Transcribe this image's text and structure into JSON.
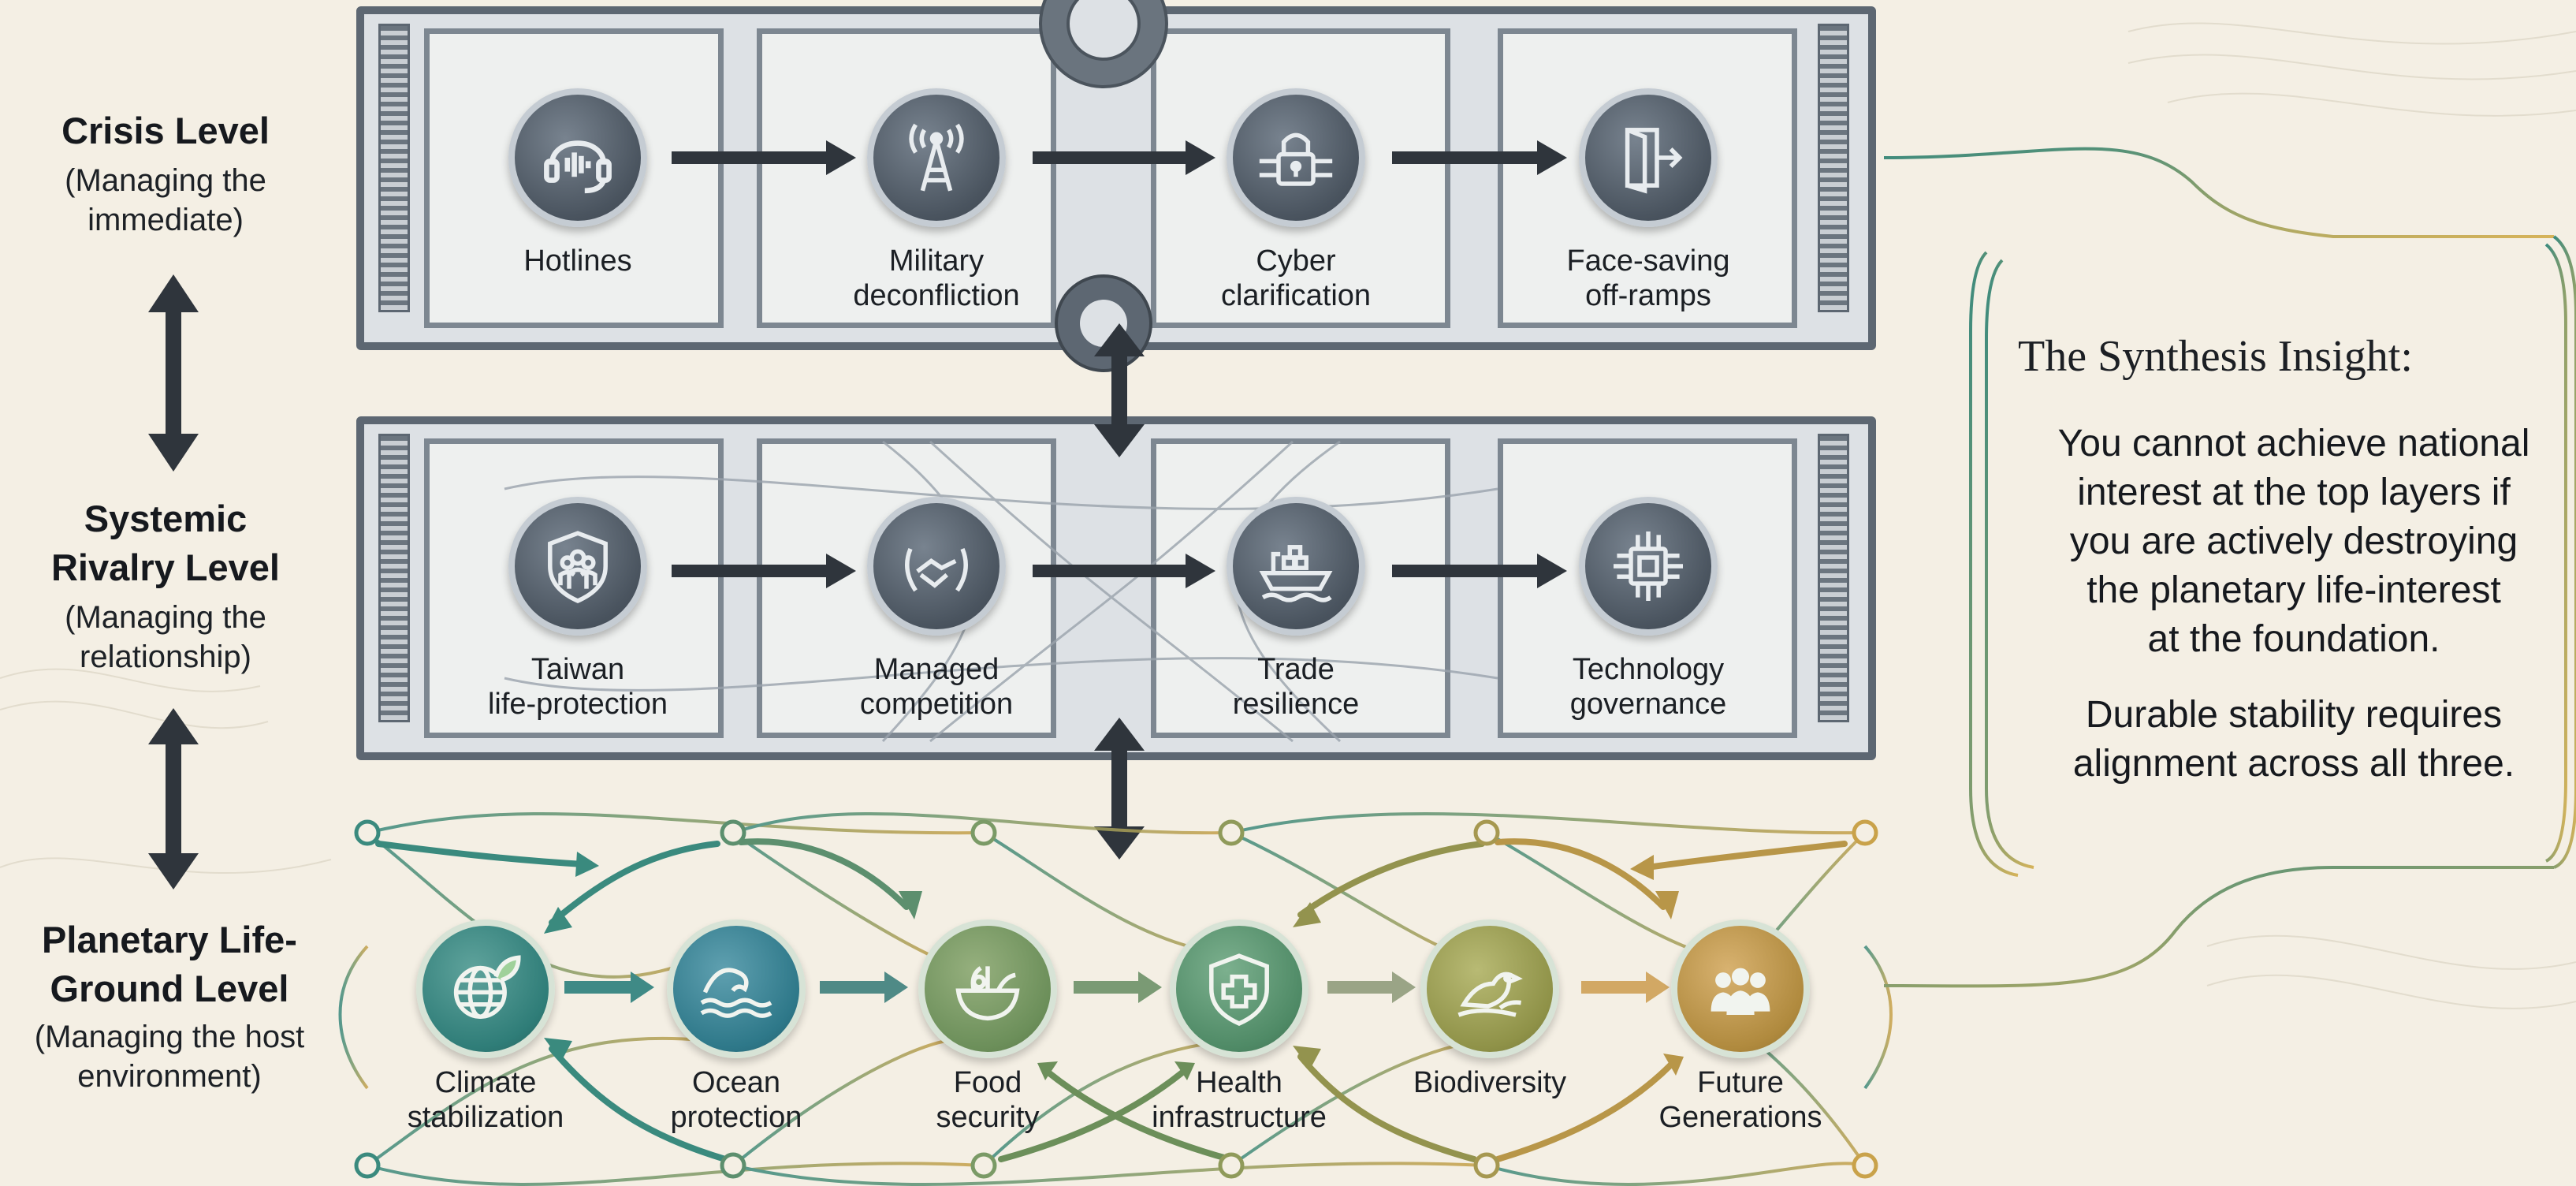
{
  "levels": {
    "crisis": {
      "title": "Crisis Level",
      "subtitle": "(Managing the immediate)"
    },
    "rivalry": {
      "title_line1": "Systemic",
      "title_line2": "Rivalry Level",
      "subtitle": "(Managing the relationship)"
    },
    "planetary": {
      "title_line1": "Planetary Life-",
      "title_line2": "Ground Level",
      "subtitle": "(Managing the host environment)"
    }
  },
  "crisis_nodes": [
    {
      "label_l1": "Hotlines",
      "label_l2": "",
      "icon": "headset-icon"
    },
    {
      "label_l1": "Military",
      "label_l2": "deconfliction",
      "icon": "radio-tower-icon"
    },
    {
      "label_l1": "Cyber",
      "label_l2": "clarification",
      "icon": "padlock-circuit-icon"
    },
    {
      "label_l1": "Face-saving",
      "label_l2": "off-ramps",
      "icon": "door-exit-icon"
    }
  ],
  "rivalry_nodes": [
    {
      "label_l1": "Taiwan",
      "label_l2": "life-protection",
      "icon": "shield-people-icon"
    },
    {
      "label_l1": "Managed",
      "label_l2": "competition",
      "icon": "handshake-laurel-icon"
    },
    {
      "label_l1": "Trade",
      "label_l2": "resilience",
      "icon": "cargo-ship-icon"
    },
    {
      "label_l1": "Technology",
      "label_l2": "governance",
      "icon": "microchip-icon"
    }
  ],
  "planetary_nodes": [
    {
      "label_l1": "Climate",
      "label_l2": "stabilization",
      "icon": "globe-leaf-icon",
      "color": "#2f7d78"
    },
    {
      "label_l1": "Ocean",
      "label_l2": "protection",
      "icon": "wave-icon",
      "color": "#2e7889"
    },
    {
      "label_l1": "Food",
      "label_l2": "security",
      "icon": "food-bowl-icon",
      "color": "#6c8f5a"
    },
    {
      "label_l1": "Health",
      "label_l2": "infrastructure",
      "icon": "medical-shield-icon",
      "color": "#4f8a66"
    },
    {
      "label_l1": "Biodiversity",
      "label_l2": "",
      "icon": "bird-icon",
      "color": "#8f9248"
    },
    {
      "label_l1": "Future",
      "label_l2": "Generations",
      "icon": "people-group-icon",
      "color": "#b08a3e"
    }
  ],
  "insight": {
    "title": "The Synthesis Insight:",
    "body_lines": [
      "You cannot achieve national",
      "interest at the top layers if",
      "you are actively destroying",
      "the planetary life-interest",
      "at the foundation."
    ],
    "closing_lines": [
      "Durable stability requires",
      "alignment across all three."
    ]
  },
  "colors": {
    "background": "#f4efe4",
    "panel_steel": "#5d6772",
    "arrow_dark": "#2f353c",
    "teal": "#3a8a7e",
    "gold": "#c9a24a"
  }
}
